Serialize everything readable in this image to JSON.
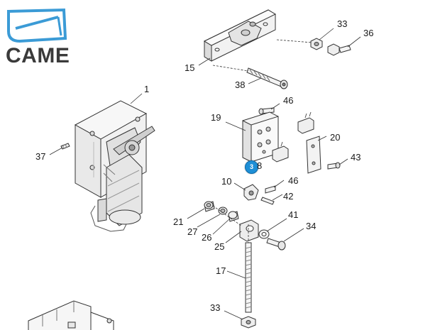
{
  "brand": {
    "name": "CAME",
    "logo_color": "#3b9bd6"
  },
  "hotspot": {
    "number": "3",
    "color": "#1e8fd6"
  },
  "callouts": [
    {
      "id": "33a",
      "label": "33"
    },
    {
      "id": "36",
      "label": "36"
    },
    {
      "id": "15",
      "label": "15"
    },
    {
      "id": "38",
      "label": "38"
    },
    {
      "id": "1",
      "label": "1"
    },
    {
      "id": "46a",
      "label": "46"
    },
    {
      "id": "19",
      "label": "19"
    },
    {
      "id": "20",
      "label": "20"
    },
    {
      "id": "37",
      "label": "37"
    },
    {
      "id": "43",
      "label": "43"
    },
    {
      "id": "8",
      "label": "8"
    },
    {
      "id": "10",
      "label": "10"
    },
    {
      "id": "46b",
      "label": "46"
    },
    {
      "id": "42",
      "label": "42"
    },
    {
      "id": "21",
      "label": "21"
    },
    {
      "id": "41",
      "label": "41"
    },
    {
      "id": "27",
      "label": "27"
    },
    {
      "id": "34",
      "label": "34"
    },
    {
      "id": "26",
      "label": "26"
    },
    {
      "id": "25",
      "label": "25"
    },
    {
      "id": "17",
      "label": "17"
    },
    {
      "id": "33b",
      "label": "33"
    }
  ]
}
